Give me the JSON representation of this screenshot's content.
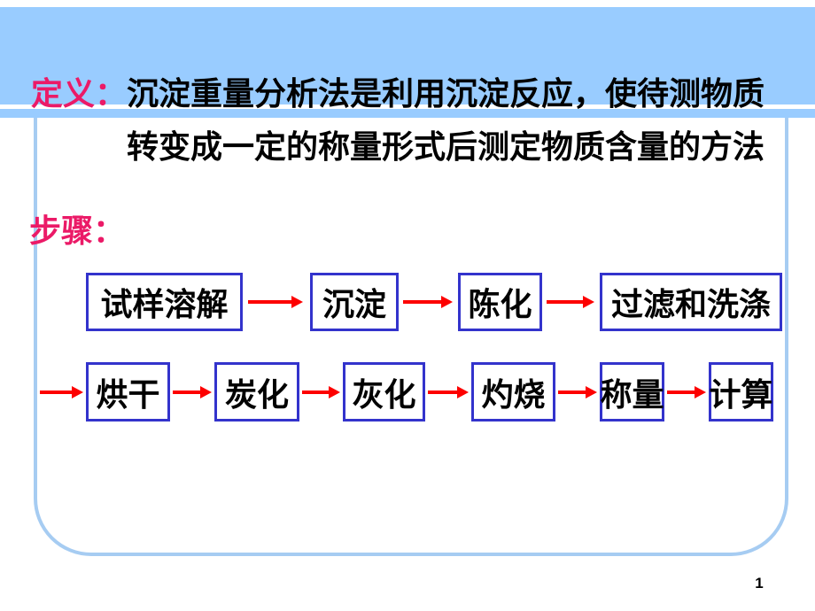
{
  "slide": {
    "definition": {
      "label": "定义：",
      "line1": "沉淀重量分析法是利用沉淀反应，使待测物质",
      "line2": "转变成一定的称量形式后测定物质含量的方法"
    },
    "steps_label": "步骤：",
    "flowchart": {
      "row1": [
        "试样溶解",
        "沉淀",
        "陈化",
        "过滤和洗涤"
      ],
      "row2": [
        "烘干",
        "炭化",
        "灰化",
        "灼烧",
        "称量",
        "计算"
      ]
    },
    "page_number": "1"
  },
  "colors": {
    "band_blue": "#99CCFF",
    "frame_border": "#A6CCF2",
    "accent_pink": "#EB1A67",
    "box_border": "#3333CC",
    "arrow_red": "#FD0000",
    "text_black": "#000000"
  }
}
